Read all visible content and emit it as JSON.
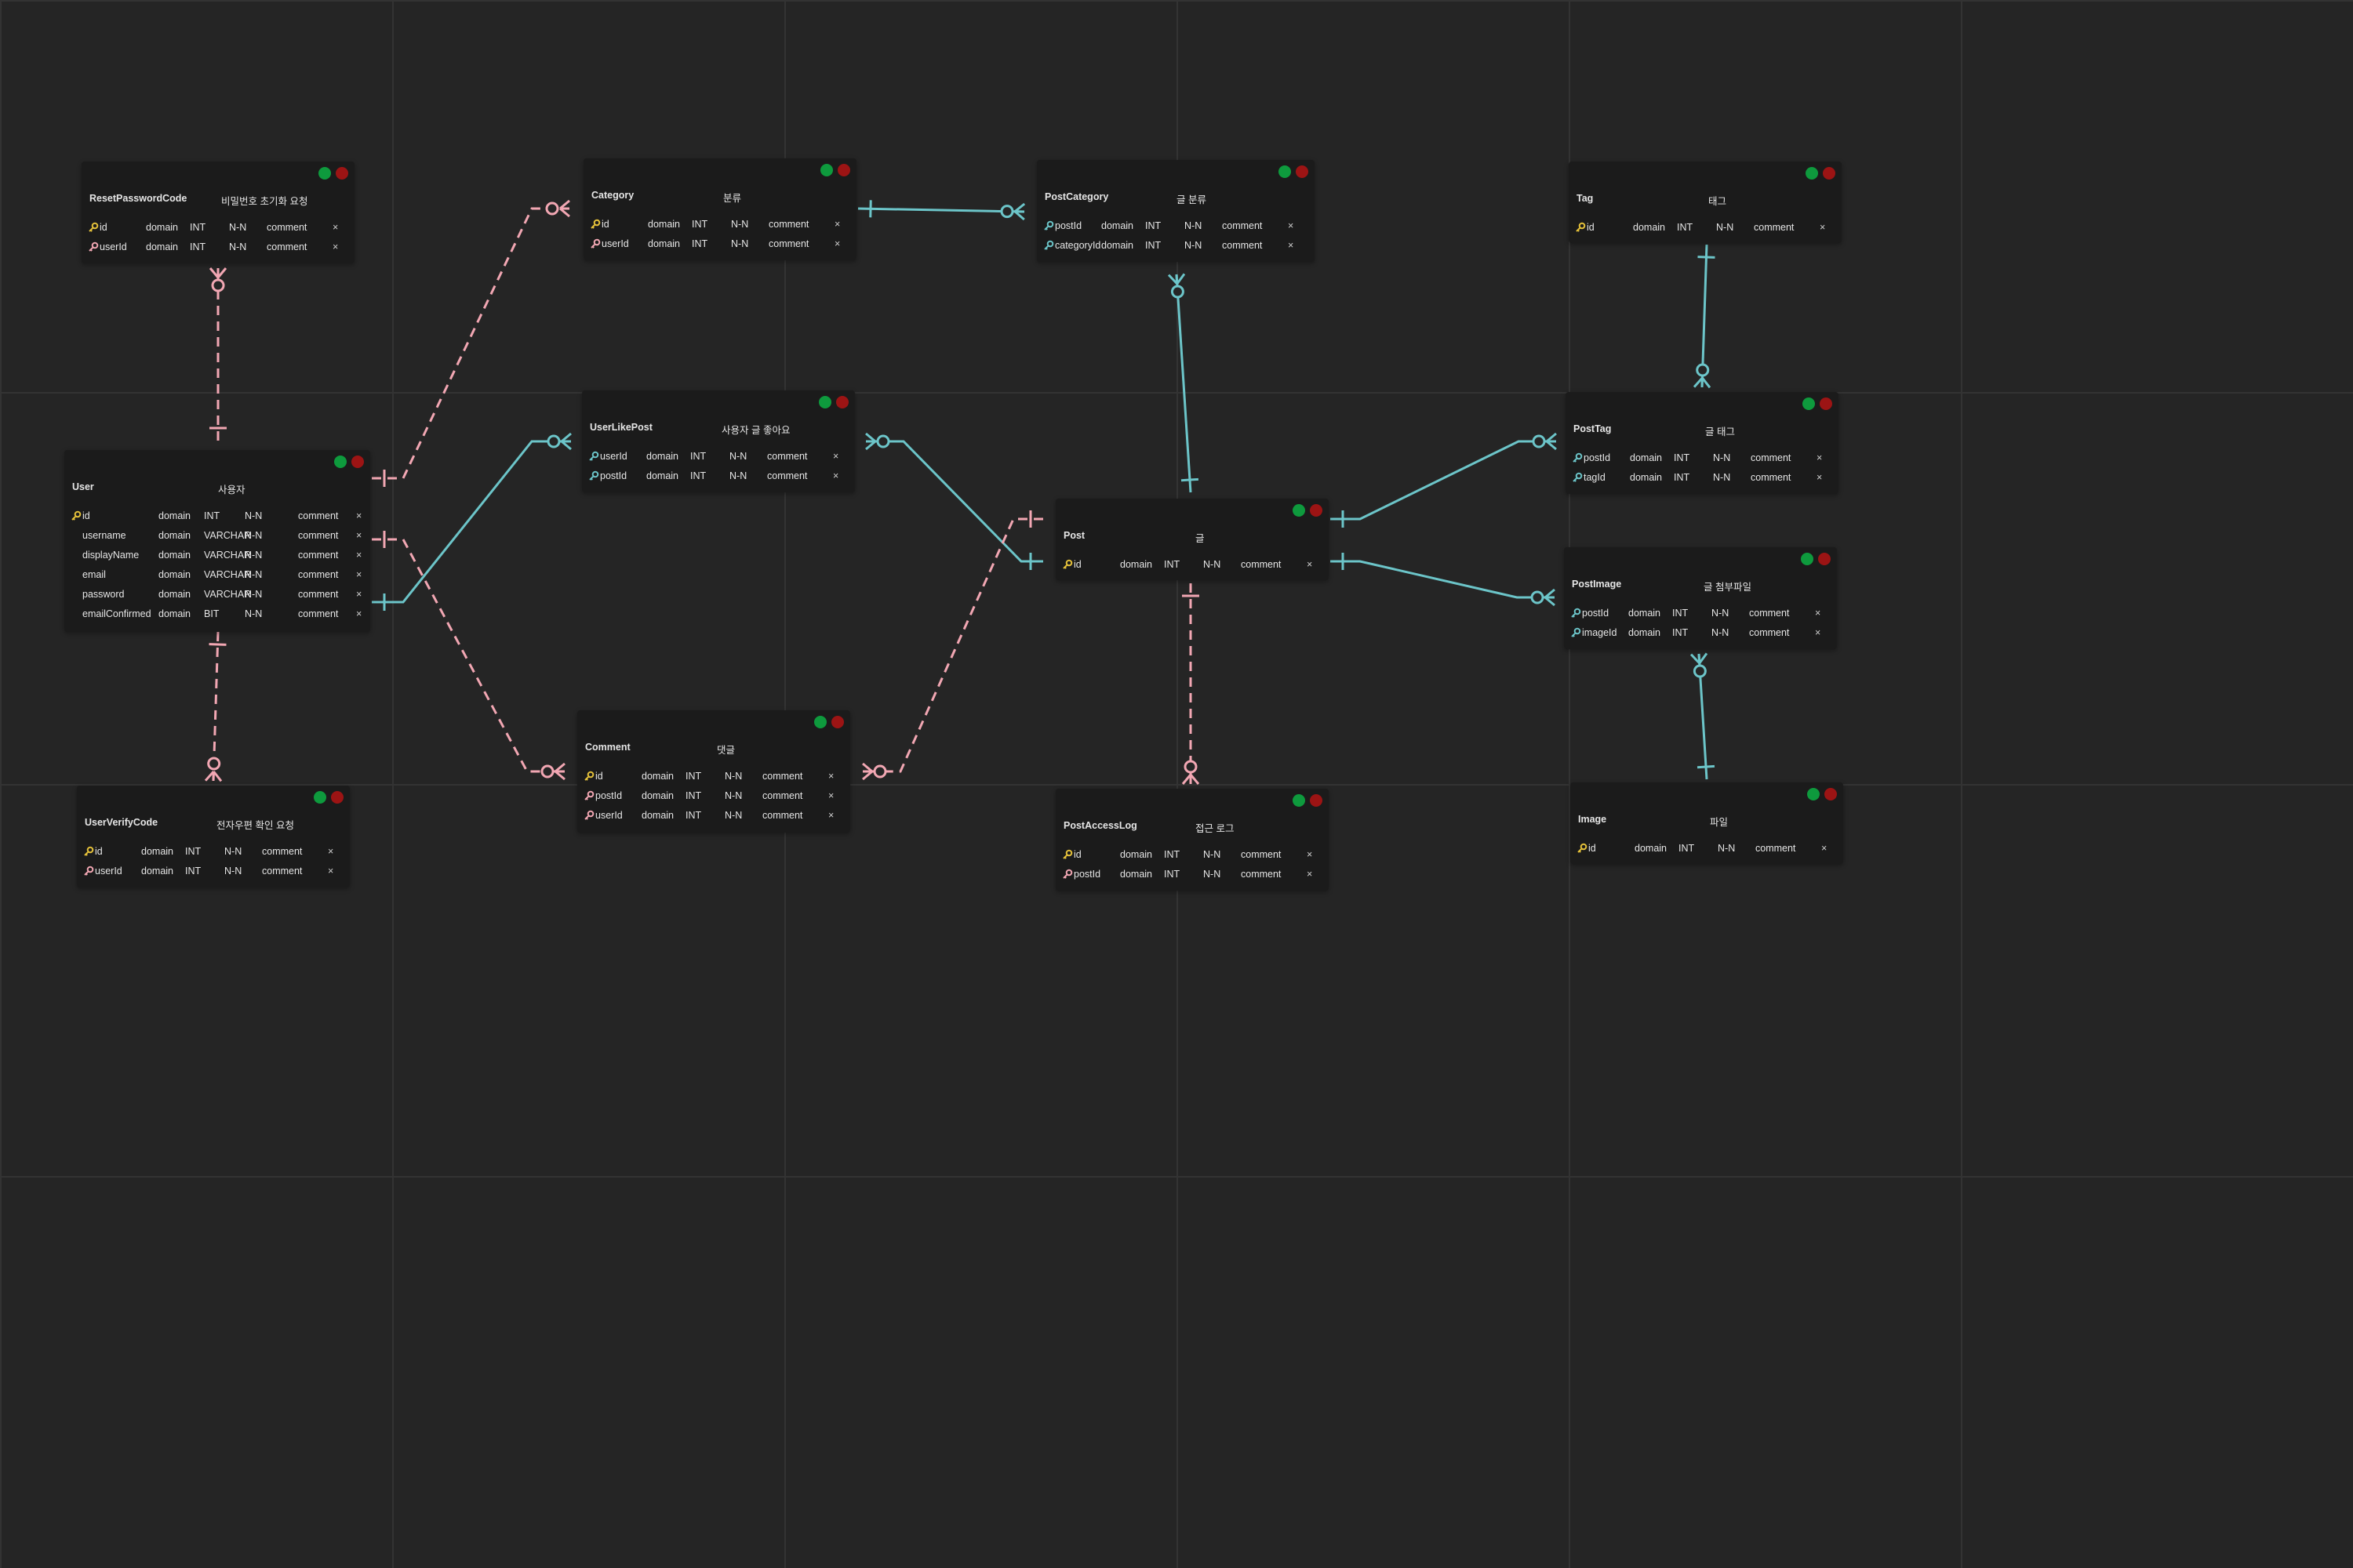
{
  "colors": {
    "background": "#252525",
    "grid": "#333333",
    "table_bg": "#1b1b1b",
    "identifying_relation": "#6cc5c9",
    "non_identifying_relation": "#f2a7b3",
    "pk_icon": "#e6c23a",
    "fk_icon": "#6cc5c9",
    "pfk_icon": "#f2a7b3",
    "control_green": "#0e9a3d",
    "control_red": "#9c1414"
  },
  "tables": [
    {
      "id": "ResetPasswordCode",
      "name": "ResetPasswordCode",
      "comment": "비밀번호 초기화 요청",
      "columns": [
        {
          "key": "pk",
          "name": "id",
          "domain": "domain",
          "type": "INT",
          "nn": "N-N",
          "comment": "comment",
          "remove": "×"
        },
        {
          "key": "pfk",
          "name": "userId",
          "domain": "domain",
          "type": "INT",
          "nn": "N-N",
          "comment": "comment",
          "remove": "×"
        }
      ]
    },
    {
      "id": "Category",
      "name": "Category",
      "comment": "분류",
      "columns": [
        {
          "key": "pk",
          "name": "id",
          "domain": "domain",
          "type": "INT",
          "nn": "N-N",
          "comment": "comment",
          "remove": "×"
        },
        {
          "key": "pfk",
          "name": "userId",
          "domain": "domain",
          "type": "INT",
          "nn": "N-N",
          "comment": "comment",
          "remove": "×"
        }
      ]
    },
    {
      "id": "PostCategory",
      "name": "PostCategory",
      "comment": "글 분류",
      "columns": [
        {
          "key": "fk",
          "name": "postId",
          "domain": "domain",
          "type": "INT",
          "nn": "N-N",
          "comment": "comment",
          "remove": "×"
        },
        {
          "key": "fk",
          "name": "categoryId",
          "domain": "domain",
          "type": "INT",
          "nn": "N-N",
          "comment": "comment",
          "remove": "×"
        }
      ]
    },
    {
      "id": "Tag",
      "name": "Tag",
      "comment": "태그",
      "columns": [
        {
          "key": "pk",
          "name": "id",
          "domain": "domain",
          "type": "INT",
          "nn": "N-N",
          "comment": "comment",
          "remove": "×"
        }
      ]
    },
    {
      "id": "User",
      "name": "User",
      "comment": "사용자",
      "columns": [
        {
          "key": "pk",
          "name": "id",
          "domain": "domain",
          "type": "INT",
          "nn": "N-N",
          "comment": "comment",
          "remove": "×"
        },
        {
          "key": "",
          "name": "username",
          "domain": "domain",
          "type": "VARCHAR",
          "nn": "N-N",
          "comment": "comment",
          "remove": "×"
        },
        {
          "key": "",
          "name": "displayName",
          "domain": "domain",
          "type": "VARCHAR",
          "nn": "N-N",
          "comment": "comment",
          "remove": "×"
        },
        {
          "key": "",
          "name": "email",
          "domain": "domain",
          "type": "VARCHAR",
          "nn": "N-N",
          "comment": "comment",
          "remove": "×"
        },
        {
          "key": "",
          "name": "password",
          "domain": "domain",
          "type": "VARCHAR",
          "nn": "N-N",
          "comment": "comment",
          "remove": "×"
        },
        {
          "key": "",
          "name": "emailConfirmed",
          "domain": "domain",
          "type": "BIT",
          "nn": "N-N",
          "comment": "comment",
          "remove": "×"
        }
      ]
    },
    {
      "id": "UserLikePost",
      "name": "UserLikePost",
      "comment": "사용자 글 좋아요",
      "columns": [
        {
          "key": "fk",
          "name": "userId",
          "domain": "domain",
          "type": "INT",
          "nn": "N-N",
          "comment": "comment",
          "remove": "×"
        },
        {
          "key": "fk",
          "name": "postId",
          "domain": "domain",
          "type": "INT",
          "nn": "N-N",
          "comment": "comment",
          "remove": "×"
        }
      ]
    },
    {
      "id": "PostTag",
      "name": "PostTag",
      "comment": "글 태그",
      "columns": [
        {
          "key": "fk",
          "name": "postId",
          "domain": "domain",
          "type": "INT",
          "nn": "N-N",
          "comment": "comment",
          "remove": "×"
        },
        {
          "key": "fk",
          "name": "tagId",
          "domain": "domain",
          "type": "INT",
          "nn": "N-N",
          "comment": "comment",
          "remove": "×"
        }
      ]
    },
    {
      "id": "Post",
      "name": "Post",
      "comment": "글",
      "columns": [
        {
          "key": "pk",
          "name": "id",
          "domain": "domain",
          "type": "INT",
          "nn": "N-N",
          "comment": "comment",
          "remove": "×"
        }
      ]
    },
    {
      "id": "PostImage",
      "name": "PostImage",
      "comment": "글 첨부파일",
      "columns": [
        {
          "key": "fk",
          "name": "postId",
          "domain": "domain",
          "type": "INT",
          "nn": "N-N",
          "comment": "comment",
          "remove": "×"
        },
        {
          "key": "fk",
          "name": "imageId",
          "domain": "domain",
          "type": "INT",
          "nn": "N-N",
          "comment": "comment",
          "remove": "×"
        }
      ]
    },
    {
      "id": "Comment",
      "name": "Comment",
      "comment": "댓글",
      "columns": [
        {
          "key": "pk",
          "name": "id",
          "domain": "domain",
          "type": "INT",
          "nn": "N-N",
          "comment": "comment",
          "remove": "×"
        },
        {
          "key": "pfk",
          "name": "postId",
          "domain": "domain",
          "type": "INT",
          "nn": "N-N",
          "comment": "comment",
          "remove": "×"
        },
        {
          "key": "pfk",
          "name": "userId",
          "domain": "domain",
          "type": "INT",
          "nn": "N-N",
          "comment": "comment",
          "remove": "×"
        }
      ]
    },
    {
      "id": "UserVerifyCode",
      "name": "UserVerifyCode",
      "comment": "전자우편 확인 요청",
      "columns": [
        {
          "key": "pk",
          "name": "id",
          "domain": "domain",
          "type": "INT",
          "nn": "N-N",
          "comment": "comment",
          "remove": "×"
        },
        {
          "key": "pfk",
          "name": "userId",
          "domain": "domain",
          "type": "INT",
          "nn": "N-N",
          "comment": "comment",
          "remove": "×"
        }
      ]
    },
    {
      "id": "PostAccessLog",
      "name": "PostAccessLog",
      "comment": "접근 로그",
      "columns": [
        {
          "key": "pk",
          "name": "id",
          "domain": "domain",
          "type": "INT",
          "nn": "N-N",
          "comment": "comment",
          "remove": "×"
        },
        {
          "key": "pfk",
          "name": "postId",
          "domain": "domain",
          "type": "INT",
          "nn": "N-N",
          "comment": "comment",
          "remove": "×"
        }
      ]
    },
    {
      "id": "Image",
      "name": "Image",
      "comment": "파일",
      "columns": [
        {
          "key": "pk",
          "name": "id",
          "domain": "domain",
          "type": "INT",
          "nn": "N-N",
          "comment": "comment",
          "remove": "×"
        }
      ]
    }
  ],
  "relationships": [
    {
      "id": "user-resetpasswordcode",
      "from": "User",
      "to": "ResetPasswordCode",
      "kind": "non-identifying",
      "from_end": "one-only",
      "to_end": "zero-or-many"
    },
    {
      "id": "user-category",
      "from": "User",
      "to": "Category",
      "kind": "non-identifying",
      "from_end": "one-only",
      "to_end": "zero-or-many"
    },
    {
      "id": "user-userlikepost",
      "from": "User",
      "to": "UserLikePost",
      "kind": "identifying",
      "from_end": "one-only",
      "to_end": "zero-or-many"
    },
    {
      "id": "user-comment",
      "from": "User",
      "to": "Comment",
      "kind": "non-identifying",
      "from_end": "one-only",
      "to_end": "zero-or-many"
    },
    {
      "id": "user-userverifycode",
      "from": "User",
      "to": "UserVerifyCode",
      "kind": "non-identifying",
      "from_end": "one-only",
      "to_end": "zero-or-many"
    },
    {
      "id": "category-postcategory",
      "from": "Category",
      "to": "PostCategory",
      "kind": "identifying",
      "from_end": "one-only",
      "to_end": "zero-or-many"
    },
    {
      "id": "post-postcategory",
      "from": "Post",
      "to": "PostCategory",
      "kind": "identifying",
      "from_end": "one-only",
      "to_end": "zero-or-many"
    },
    {
      "id": "post-userlikepost",
      "from": "Post",
      "to": "UserLikePost",
      "kind": "identifying",
      "from_end": "one-only",
      "to_end": "zero-or-many"
    },
    {
      "id": "post-comment",
      "from": "Post",
      "to": "Comment",
      "kind": "non-identifying",
      "from_end": "one-only",
      "to_end": "zero-or-many"
    },
    {
      "id": "post-postaccesslog",
      "from": "Post",
      "to": "PostAccessLog",
      "kind": "non-identifying",
      "from_end": "one-only",
      "to_end": "zero-or-many"
    },
    {
      "id": "post-posttag",
      "from": "Post",
      "to": "PostTag",
      "kind": "identifying",
      "from_end": "one-only",
      "to_end": "zero-or-many"
    },
    {
      "id": "post-postimage",
      "from": "Post",
      "to": "PostImage",
      "kind": "identifying",
      "from_end": "one-only",
      "to_end": "zero-or-many"
    },
    {
      "id": "tag-posttag",
      "from": "Tag",
      "to": "PostTag",
      "kind": "identifying",
      "from_end": "one-only",
      "to_end": "zero-or-many"
    },
    {
      "id": "image-postimage",
      "from": "Image",
      "to": "PostImage",
      "kind": "identifying",
      "from_end": "one-only",
      "to_end": "zero-or-many"
    }
  ]
}
